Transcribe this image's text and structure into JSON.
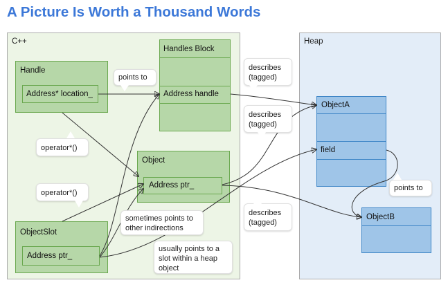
{
  "title": "A Picture Is Worth a Thousand Words",
  "regions": {
    "cpp": "C++",
    "heap": "Heap"
  },
  "boxes": {
    "handles_block": {
      "title": "Handles Block",
      "row": "Address handle"
    },
    "handle": {
      "title": "Handle",
      "field": "Address* location_"
    },
    "object": {
      "title": "Object",
      "field": "Address ptr_"
    },
    "object_slot": {
      "title": "ObjectSlot",
      "field": "Address ptr_"
    },
    "object_a": {
      "title": "ObjectA",
      "field": "field"
    },
    "object_b": {
      "title": "ObjectB"
    }
  },
  "callouts": {
    "points_to_1": "points to",
    "operator_1": "operator*()",
    "operator_2": "operator*()",
    "sometimes": "sometimes points to other indirections",
    "usually": "usually points to a slot within a heap object",
    "describes_1": "describes (tagged)",
    "describes_2": "describes (tagged)",
    "describes_3": "describes (tagged)",
    "points_to_2": "points to"
  },
  "colors": {
    "title": "#3c78d8",
    "cpp_region": "#edf5e6",
    "heap_region": "#e3edf8",
    "green_fill": "#b6d7a8",
    "blue_fill": "#9fc5e8"
  }
}
